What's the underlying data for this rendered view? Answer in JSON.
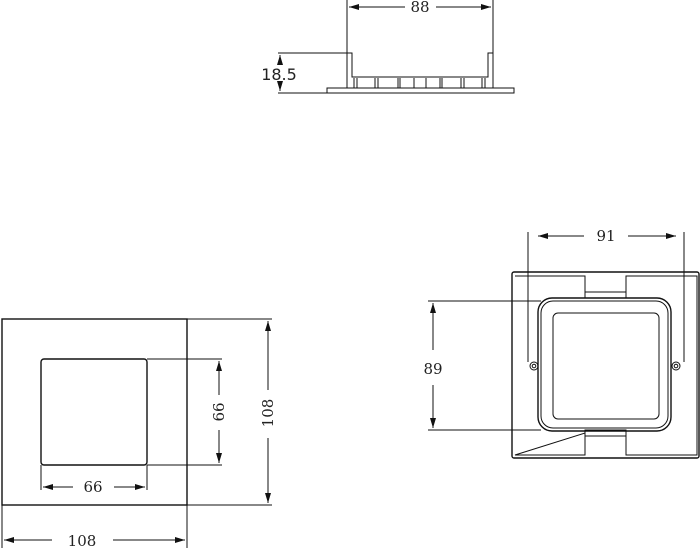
{
  "side_view": {
    "width_label": "88",
    "height_label": "18.5"
  },
  "front_view": {
    "outer_width_label": "108",
    "outer_height_label": "108",
    "inner_width_label": "66",
    "inner_height_label": "66"
  },
  "back_view": {
    "width_label": "91",
    "height_label": "89"
  },
  "colors": {
    "line": "#111111",
    "background": "#ffffff"
  }
}
